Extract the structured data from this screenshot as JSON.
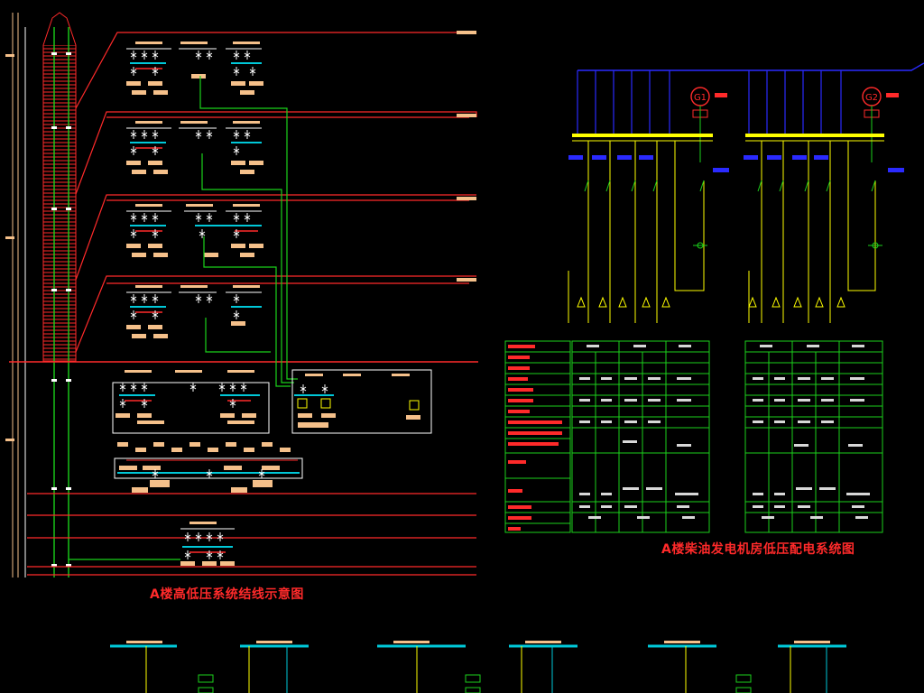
{
  "diagram_titles": {
    "tower_system": "A楼高低压系统结线示意图",
    "generator_room": "A楼柴油发电机房低压配电系统图"
  },
  "generators": [
    {
      "label": "G1"
    },
    {
      "label": "G2"
    }
  ],
  "colors": {
    "background": "#000000",
    "floor_lines": "#ff2a2a",
    "riser": "#1bd11b",
    "busbar": "#ffff00",
    "bus_top": "#2a2aff",
    "table_grid": "#1bd11b",
    "cabinet_frame": "#ffffff",
    "tag_fill": "#f5c08a",
    "cyan_bus": "#00c8d8"
  }
}
